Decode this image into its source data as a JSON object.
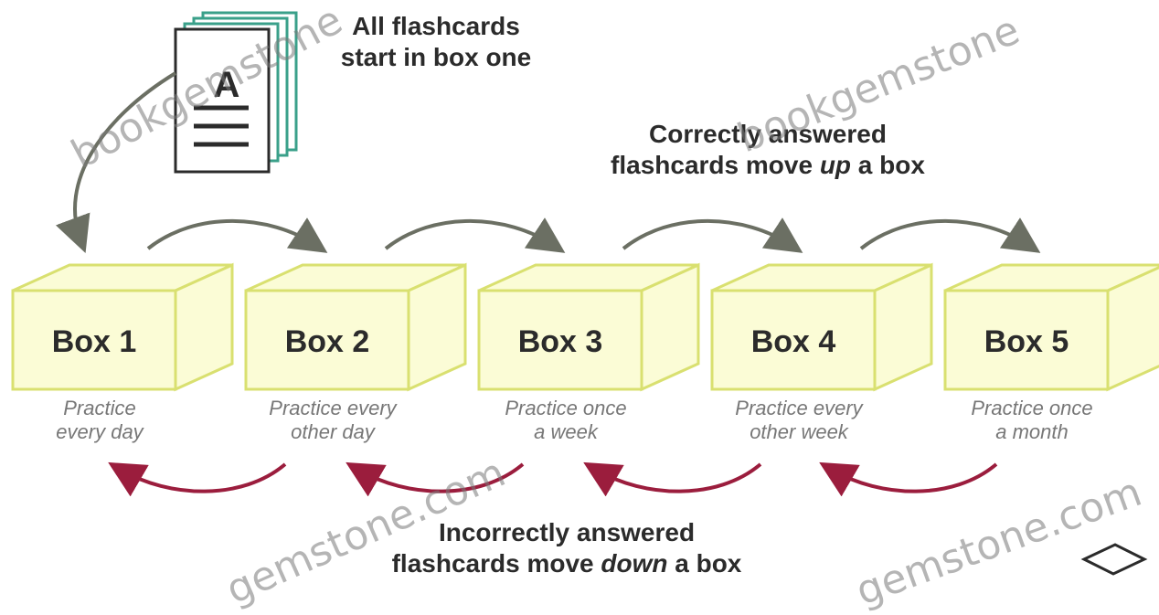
{
  "diagram": {
    "intro_line1": "All flashcards",
    "intro_line2": "start in box one",
    "card_letter": "A",
    "up_line1": "Correctly answered",
    "up_line2_pre": "flashcards move ",
    "up_line2_em": "up",
    "up_line2_post": " a box",
    "down_line1": "Incorrectly answered",
    "down_line2_pre": "flashcards move ",
    "down_line2_em": "down",
    "down_line2_post": " a box",
    "boxes": [
      {
        "label": "Box 1",
        "note1": "Practice",
        "note2": "every day"
      },
      {
        "label": "Box 2",
        "note1": "Practice every",
        "note2": "other day"
      },
      {
        "label": "Box 3",
        "note1": "Practice once",
        "note2": "a week"
      },
      {
        "label": "Box 4",
        "note1": "Practice every",
        "note2": "other week"
      },
      {
        "label": "Box 5",
        "note1": "Practice once",
        "note2": "a month"
      }
    ],
    "colors": {
      "box_fill": "#fbfcd6",
      "box_stroke": "#d9e070",
      "up_arrow": "#6b6f63",
      "down_arrow": "#9b1d3d",
      "card_edge": "#3aa08a"
    }
  },
  "watermark": {
    "w1": "bookgemstone",
    "w2": "bookgemstone",
    "w3": "gemstone.com",
    "w4": "gemstone.com"
  }
}
